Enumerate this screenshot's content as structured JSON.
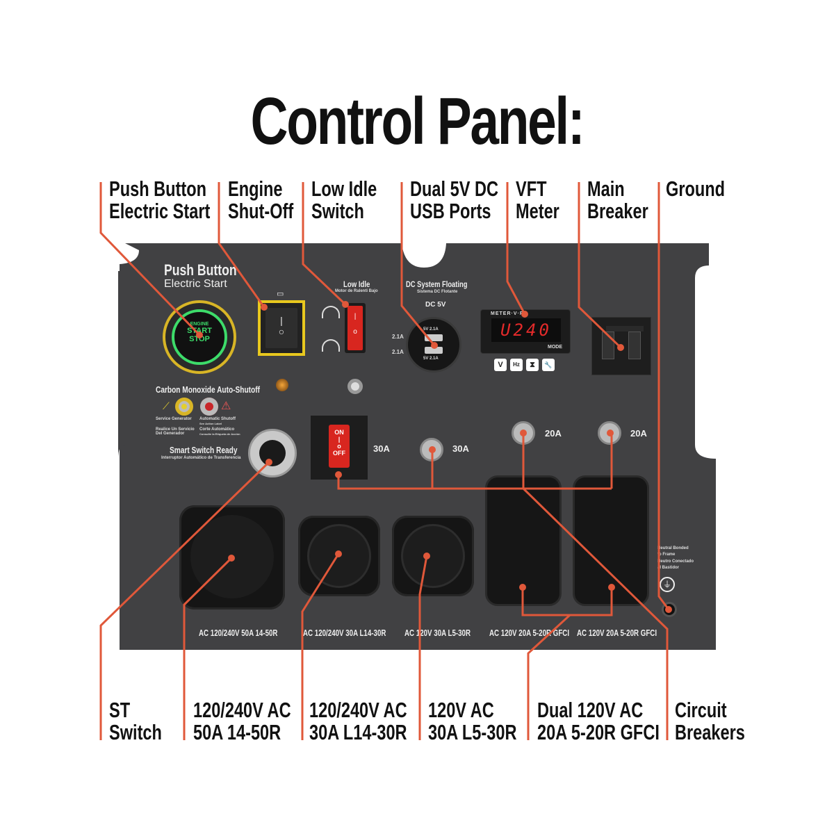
{
  "title": "Control Panel:",
  "callouts_top": [
    {
      "line1": "Push Button",
      "line2": "Electric Start"
    },
    {
      "line1": "Engine",
      "line2": "Shut-Off"
    },
    {
      "line1": "Low Idle",
      "line2": "Switch"
    },
    {
      "line1": "Dual 5V DC",
      "line2": "USB Ports"
    },
    {
      "line1": "VFT",
      "line2": "Meter"
    },
    {
      "line1": "Main",
      "line2": "Breaker"
    },
    {
      "line1": "Ground",
      "line2": ""
    }
  ],
  "callouts_bottom": [
    {
      "line1": "ST",
      "line2": "Switch"
    },
    {
      "line1": "120/240V AC",
      "line2": "50A 14-50R"
    },
    {
      "line1": "120/240V AC",
      "line2": "30A L14-30R"
    },
    {
      "line1": "120V AC",
      "line2": "30A L5-30R"
    },
    {
      "line1": "Dual 120V AC",
      "line2": "20A 5-20R GFCI"
    },
    {
      "line1": "Circuit",
      "line2": "Breakers"
    }
  ],
  "panel": {
    "push_button_title": "Push Button",
    "push_button_sub": "Electric Start",
    "start_button": {
      "line1": "ENGINE",
      "line2": "START",
      "line3": "STOP"
    },
    "low_idle": "Low Idle",
    "low_idle_es": "Motor de Ralenti Bajo",
    "dc_title": "DC System Floating",
    "dc_title_es": "Sistema DC Flotante",
    "dc_5v": "DC 5V",
    "usb_labels": [
      "2.1A",
      "2.1A"
    ],
    "usb_port_text": "5V  2.1A",
    "meter_label": "METER·V·F",
    "meter_value": "U240",
    "meter_mode": "MODE",
    "meter_icons": [
      "V",
      "Hz",
      "⧗",
      "🔧"
    ],
    "co_title": "Carbon Monoxide Auto-Shutoff",
    "co_service": "Service Generator",
    "co_service_es": "Realice Un Servicio Del Generador",
    "co_auto": "Automatic Shutoff",
    "co_auto_sub": "See Action Label",
    "co_auto_es": "Corte Automático",
    "co_auto_es_sub": "Consulte la Etiqueta de Acción",
    "smart_switch": "Smart Switch Ready",
    "smart_switch_es": "Interruptor Automático de Transferencia",
    "rocker_on": "ON",
    "rocker_off": "OFF",
    "breakers": [
      "30A",
      "30A",
      "20A",
      "20A"
    ],
    "ground_text": [
      "Neutral Bonded",
      "to Frame",
      "Neutro Conectado",
      "al Bastidor"
    ],
    "outlets": [
      "AC 120/240V 50A 14-50R",
      "AC 120/240V 30A L14-30R",
      "AC 120V 30A L5-30R",
      "AC 120V 20A 5-20R GFCI",
      "AC 120V 20A 5-20R GFCI"
    ]
  },
  "colors": {
    "callout": "#e0583a",
    "panel": "#414143",
    "title": "#111111"
  }
}
